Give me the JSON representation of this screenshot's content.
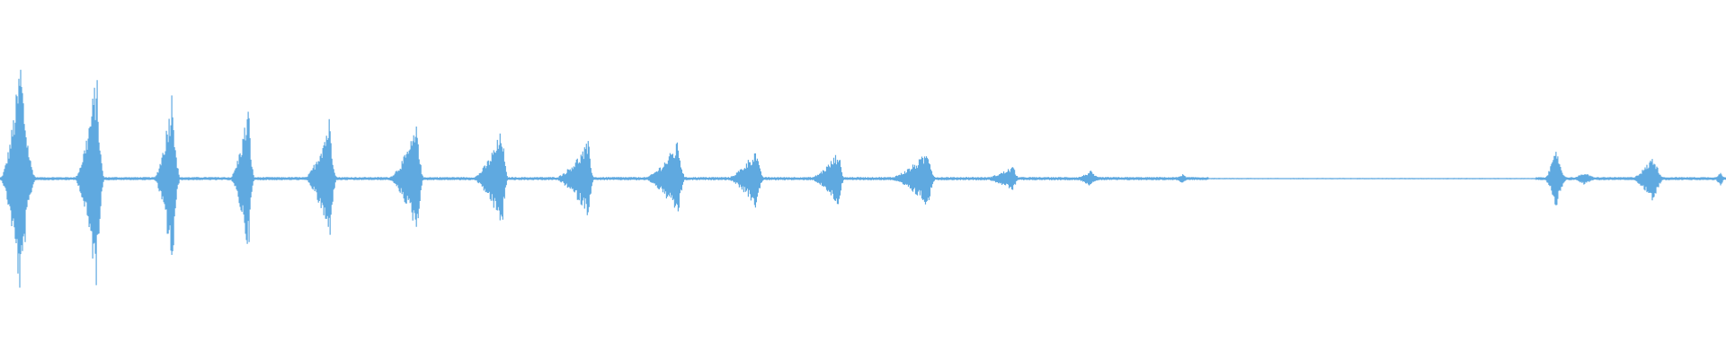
{
  "waveform": {
    "color": "#5fa9e0",
    "description_icon": "audio-waveform",
    "baseline_amplitude": 0.01,
    "sample_count": 1920,
    "bursts": [
      {
        "start": 0.0,
        "peak": 0.012,
        "end": 0.022,
        "amp": 0.78
      },
      {
        "start": 0.043,
        "peak": 0.056,
        "end": 0.061,
        "amp": 0.7
      },
      {
        "start": 0.089,
        "peak": 0.1,
        "end": 0.105,
        "amp": 0.6
      },
      {
        "start": 0.133,
        "peak": 0.144,
        "end": 0.148,
        "amp": 0.48
      },
      {
        "start": 0.176,
        "peak": 0.191,
        "end": 0.196,
        "amp": 0.4
      },
      {
        "start": 0.224,
        "peak": 0.242,
        "end": 0.246,
        "amp": 0.35
      },
      {
        "start": 0.273,
        "peak": 0.291,
        "end": 0.295,
        "amp": 0.32
      },
      {
        "start": 0.32,
        "peak": 0.341,
        "end": 0.345,
        "amp": 0.24
      },
      {
        "start": 0.372,
        "peak": 0.393,
        "end": 0.398,
        "amp": 0.24
      },
      {
        "start": 0.42,
        "peak": 0.438,
        "end": 0.444,
        "amp": 0.19
      },
      {
        "start": 0.468,
        "peak": 0.486,
        "end": 0.49,
        "amp": 0.18
      },
      {
        "start": 0.513,
        "peak": 0.538,
        "end": 0.543,
        "amp": 0.18
      },
      {
        "start": 0.568,
        "peak": 0.587,
        "end": 0.592,
        "amp": 0.08
      },
      {
        "start": 0.621,
        "peak": 0.632,
        "end": 0.64,
        "amp": 0.05
      },
      {
        "start": 0.679,
        "peak": 0.685,
        "end": 0.692,
        "amp": 0.03
      },
      {
        "start": 0.894,
        "peak": 0.902,
        "end": 0.909,
        "amp": 0.2
      },
      {
        "start": 0.909,
        "peak": 0.918,
        "end": 0.93,
        "amp": 0.04
      },
      {
        "start": 0.944,
        "peak": 0.958,
        "end": 0.966,
        "amp": 0.15
      },
      {
        "start": 0.993,
        "peak": 0.997,
        "end": 1.0,
        "amp": 0.06
      }
    ]
  }
}
